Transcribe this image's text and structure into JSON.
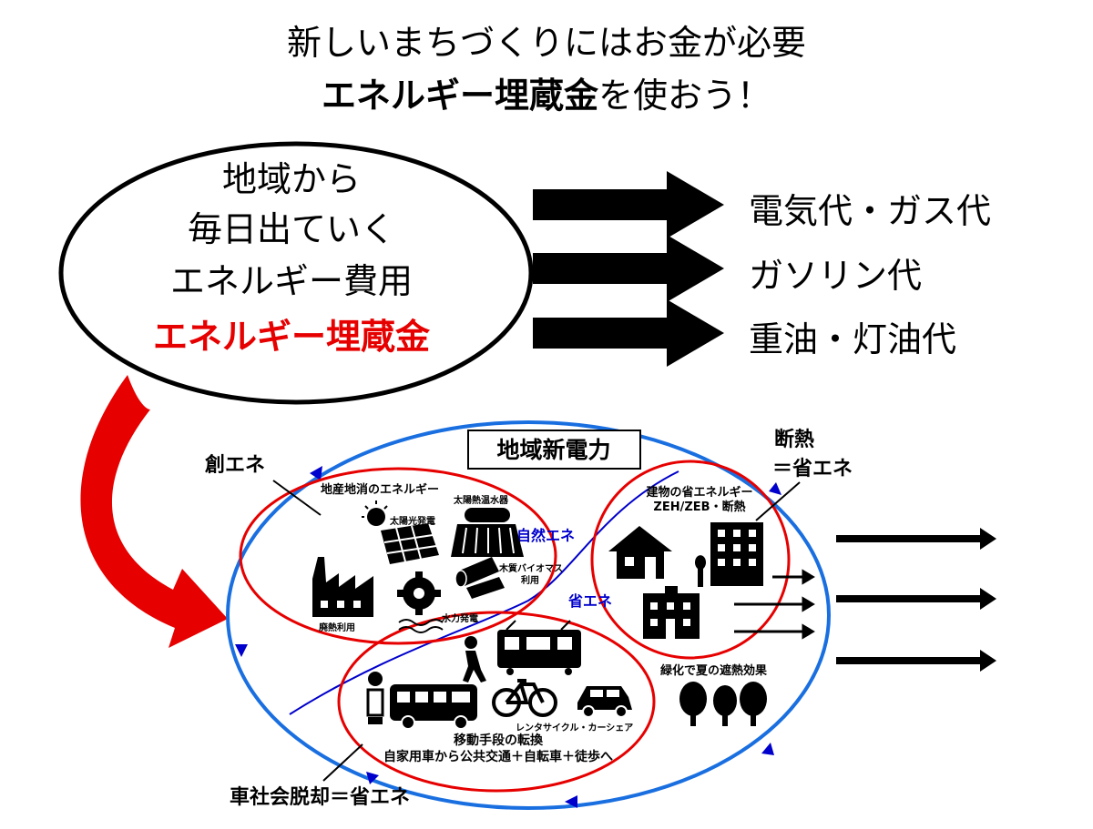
{
  "header": {
    "line1": "新しいまちづくりにはお金が必要",
    "line2_strong": "エネルギー埋蔵金",
    "line2_rest": "を使おう！"
  },
  "bubble": {
    "line1": "地域から",
    "line2": "毎日出ていく",
    "line3": "エネルギー費用",
    "line4_red": "エネルギー埋蔵金"
  },
  "outflows": [
    "電気代・ガス代",
    "ガソリン代",
    "重油・灯油代"
  ],
  "diagram": {
    "box_label": "地域新電力",
    "sokene": "創エネ",
    "dannetsu_1": "断熱",
    "dannetsu_2": "＝省エネ",
    "local_energy": "地産地消のエネルギー",
    "solar_water": "太陽熱温水器",
    "solar_pv": "太陽光発電",
    "biomass_1": "木質バイオマス",
    "biomass_2": "利用",
    "waste_heat": "廃熱利用",
    "hydro": "水力発電",
    "natural_energy": "自然エネ",
    "energy_saving": "省エネ",
    "building_1": "建物の省エネルギー",
    "building_2": "ZEH/ZEB・断熱",
    "greening": "緑化で夏の遮熱効果",
    "rental": "レンタサイクル・カーシェア",
    "transport_1": "移動手段の転換",
    "transport_2": "自家用車から公共交通＋自転車＋徒歩へ",
    "car_free": "車社会脱却＝省エネ"
  },
  "colors": {
    "red": "#e60000",
    "blue": "#1a6fe0",
    "navy": "#0000cc"
  }
}
